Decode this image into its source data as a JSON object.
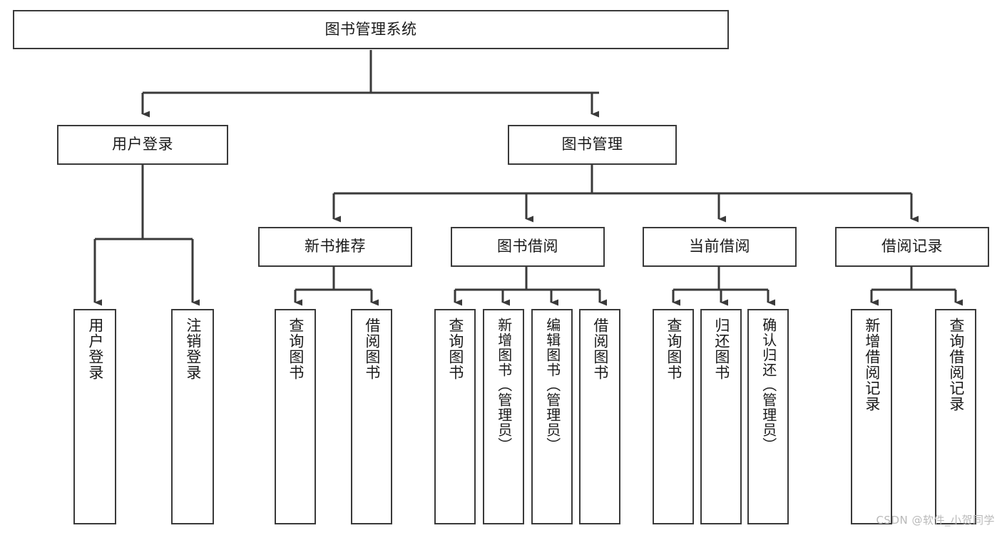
{
  "diagram": {
    "type": "tree",
    "title": "图书管理系统",
    "orientation": "top-down",
    "colors": {
      "background": "#ffffff",
      "box_border": "#3a3a3a",
      "box_fill": "#ffffff",
      "connector": "#3a3a3a",
      "text": "#1a1a1a",
      "watermark": "#b9b9b9"
    },
    "root": {
      "label": "图书管理系统"
    },
    "level2": [
      {
        "id": "user-login",
        "label": "用户登录"
      },
      {
        "id": "book-manage",
        "label": "图书管理"
      }
    ],
    "level3": [
      {
        "id": "new-book-recommend",
        "label": "新书推荐",
        "parent": "book-manage"
      },
      {
        "id": "book-borrow",
        "label": "图书借阅",
        "parent": "book-manage"
      },
      {
        "id": "current-borrow",
        "label": "当前借阅",
        "parent": "book-manage"
      },
      {
        "id": "borrow-record",
        "label": "借阅记录",
        "parent": "book-manage"
      }
    ],
    "leaves": {
      "user_login": [
        {
          "id": "leaf-user-login",
          "label": "用户登录"
        },
        {
          "id": "leaf-logout-login",
          "label": "注销登录"
        }
      ],
      "new_book_recommend": [
        {
          "id": "leaf-query-book-1",
          "label": "查询图书"
        },
        {
          "id": "leaf-borrow-book-1",
          "label": "借阅图书"
        }
      ],
      "book_borrow": [
        {
          "id": "leaf-query-book-2",
          "label": "查询图书"
        },
        {
          "id": "leaf-add-book",
          "label": "新增图书（管理员）"
        },
        {
          "id": "leaf-edit-book",
          "label": "编辑图书（管理员）"
        },
        {
          "id": "leaf-borrow-book-2",
          "label": "借阅图书"
        }
      ],
      "current_borrow": [
        {
          "id": "leaf-query-book-3",
          "label": "查询图书"
        },
        {
          "id": "leaf-return-book",
          "label": "归还图书"
        },
        {
          "id": "leaf-confirm-return",
          "label": "确认归还（管理员）"
        }
      ],
      "borrow_record": [
        {
          "id": "leaf-add-record",
          "label": "新增借阅记录"
        },
        {
          "id": "leaf-query-record",
          "label": "查询借阅记录"
        }
      ]
    }
  },
  "watermark": {
    "text": "CSDN @软件_小贺同学"
  }
}
